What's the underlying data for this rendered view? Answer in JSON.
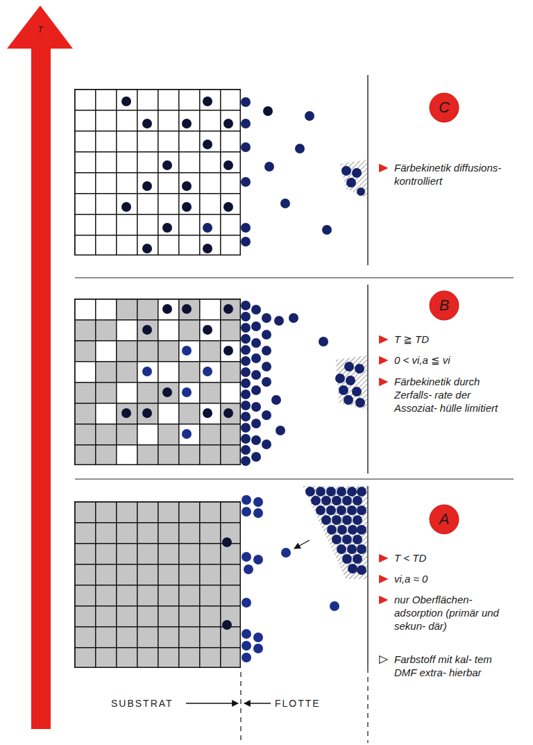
{
  "diagram": {
    "nodes": [
      {
        "text": [
          "C"
        ]
      },
      {
        "text": [
          "B"
        ]
      },
      {
        "text": [
          "A"
        ]
      }
    ],
    "labels": [
      "T",
      "Färbekinetik diffusions- kontrolliert",
      "T ≧ TD",
      "0 < vi,a ≦ vi",
      "Färbekinetik durch Zerfalls- rate der Assoziat- hülle limitiert",
      "T < TD",
      "vi,a ≈ 0",
      "nur Oberflächen- adsorption (primär und sekun- där)",
      "Farbstoff mit kal- tem DMF extra- hierbar",
      "SUBSTRAT",
      "FLOTTE"
    ]
  }
}
